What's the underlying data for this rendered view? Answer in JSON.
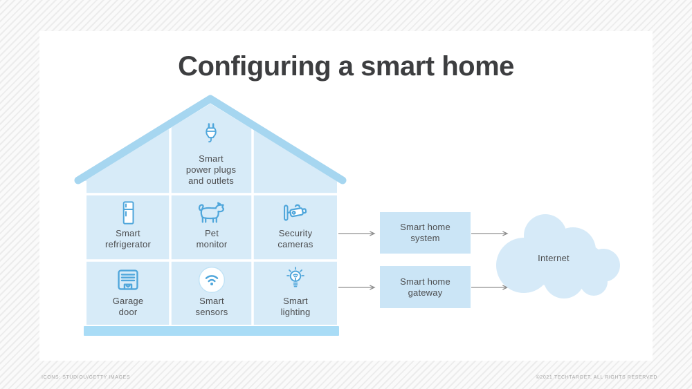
{
  "page": {
    "title": "Configuring a smart home"
  },
  "house": {
    "roof_cell": {
      "icon": "power-plug-icon",
      "label": "Smart\npower plugs\nand outlets"
    },
    "cells": [
      {
        "icon": "refrigerator-icon",
        "label": "Smart\nrefrigerator"
      },
      {
        "icon": "pet-dog-icon",
        "label": "Pet\nmonitor"
      },
      {
        "icon": "security-camera-icon",
        "label": "Security\ncameras"
      },
      {
        "icon": "garage-door-icon",
        "label": "Garage\ndoor"
      },
      {
        "icon": "wifi-sensor-icon",
        "label": "Smart\nsensors"
      },
      {
        "icon": "smart-bulb-icon",
        "label": "Smart\nlighting"
      }
    ]
  },
  "nodes": {
    "system": "Smart home\nsystem",
    "gateway": "Smart home\ngateway",
    "internet": "Internet"
  },
  "footer": {
    "left": "ICONS: STUDIOU/GETTY IMAGES",
    "right": "©2021 TECHTARGET, ALL RIGHTS RESERVED"
  },
  "colors": {
    "roof_stroke": "#a6d6f0",
    "house_fill": "#d7ebf8",
    "base_bar": "#a9dcf6",
    "node_box_fill": "#cbe5f6",
    "cloud_fill": "#d6eaf8",
    "icon_blue": "#4fa6db",
    "arrow_gray": "#8f8f8f",
    "title_color": "#3d3e40",
    "label_color": "#4c4d4f"
  }
}
